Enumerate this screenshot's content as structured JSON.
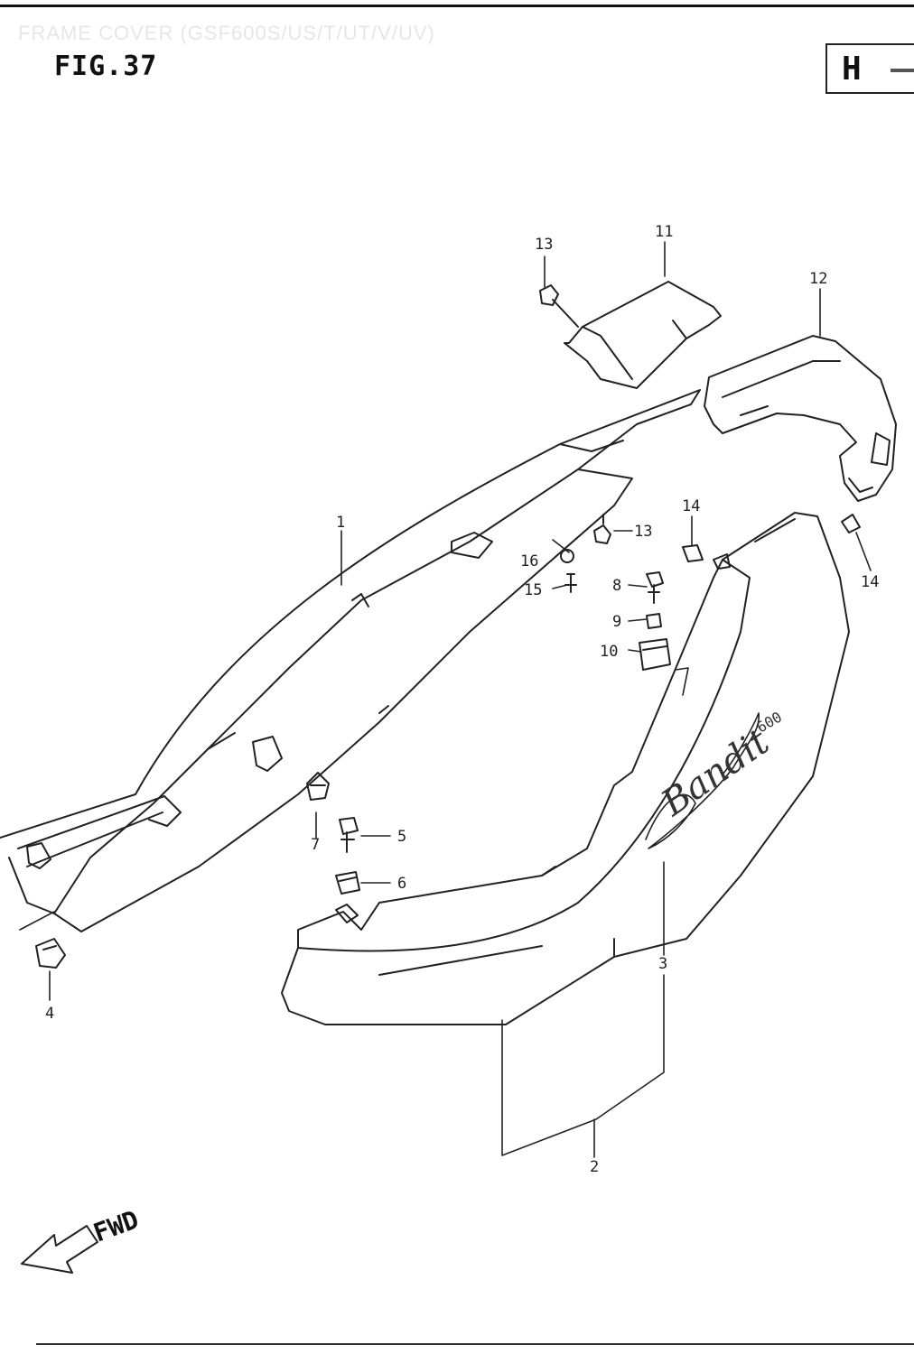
{
  "header": {
    "subtitle": "FRAME COVER (GSF600S/US/T/UT/V/UV)",
    "figure": "FIG.37",
    "section_badge": "H"
  },
  "callouts": {
    "c1": "1",
    "c2": "2",
    "c3": "3",
    "c4": "4",
    "c5": "5",
    "c6": "6",
    "c7": "7",
    "c8": "8",
    "c9": "9",
    "c10": "10",
    "c11": "11",
    "c12": "12",
    "c13a": "13",
    "c13b": "13",
    "c14a": "14",
    "c14b": "14",
    "c15": "15",
    "c16": "16"
  },
  "decal": {
    "script": "Bandit",
    "model": "600"
  },
  "fwd": {
    "label": "FWD"
  }
}
